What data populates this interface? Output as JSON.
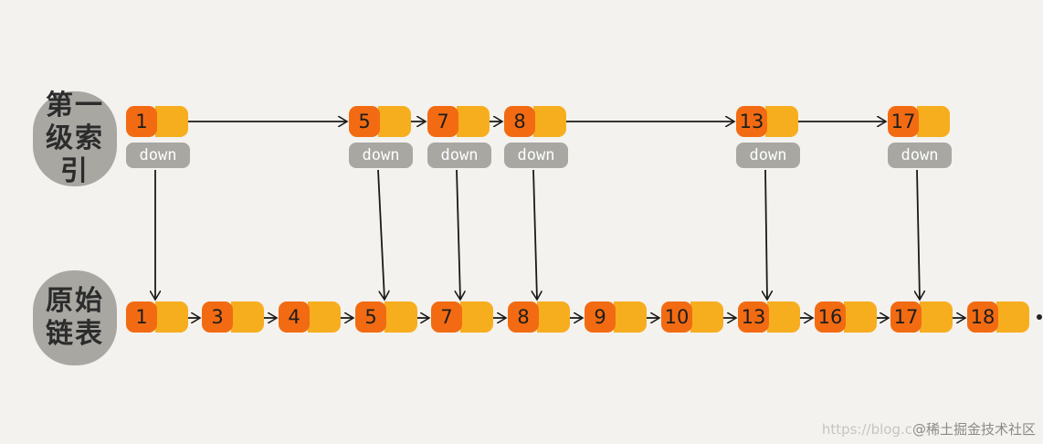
{
  "labels": {
    "index_level": "第一级索引",
    "original_list": "原始链表"
  },
  "down_label": "down",
  "index_nodes": [
    "1",
    "5",
    "7",
    "8",
    "13",
    "17"
  ],
  "list_nodes": [
    "1",
    "3",
    "4",
    "5",
    "7",
    "8",
    "9",
    "10",
    "13",
    "16",
    "17",
    "18"
  ],
  "watermark": {
    "url": "https://blog.c",
    "brand": "@稀土掘金技术社区"
  },
  "colors": {
    "background": "#f4f2ee",
    "key_box": "#f26b12",
    "pointer_box": "#f7ae1e",
    "label_blob": "#a8a7a2"
  }
}
